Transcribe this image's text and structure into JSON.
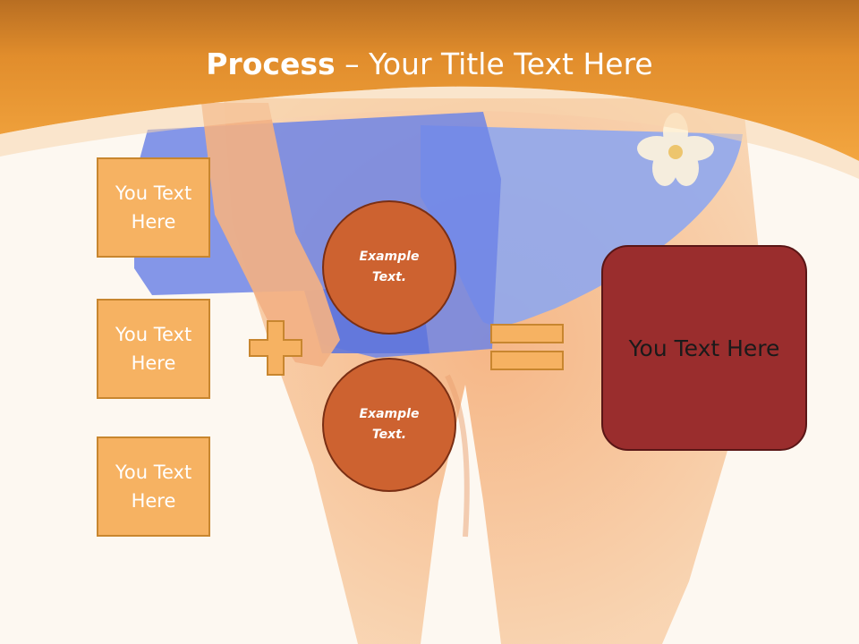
{
  "title": {
    "bold": "Process",
    "rest": " – Your Title Text Here"
  },
  "boxes": [
    {
      "label": "You Text\nHere"
    },
    {
      "label": "You Text\nHere"
    },
    {
      "label": "You Text\nHere"
    }
  ],
  "circles": [
    {
      "label": "Example\nText."
    },
    {
      "label": "Example\nText."
    }
  ],
  "result": {
    "label": "You Text Here"
  },
  "colors": {
    "header_orange": "#e8962e",
    "box_fill": "#f6b262",
    "circle_fill": "#cd6230",
    "result_fill": "#9a2d2d"
  }
}
